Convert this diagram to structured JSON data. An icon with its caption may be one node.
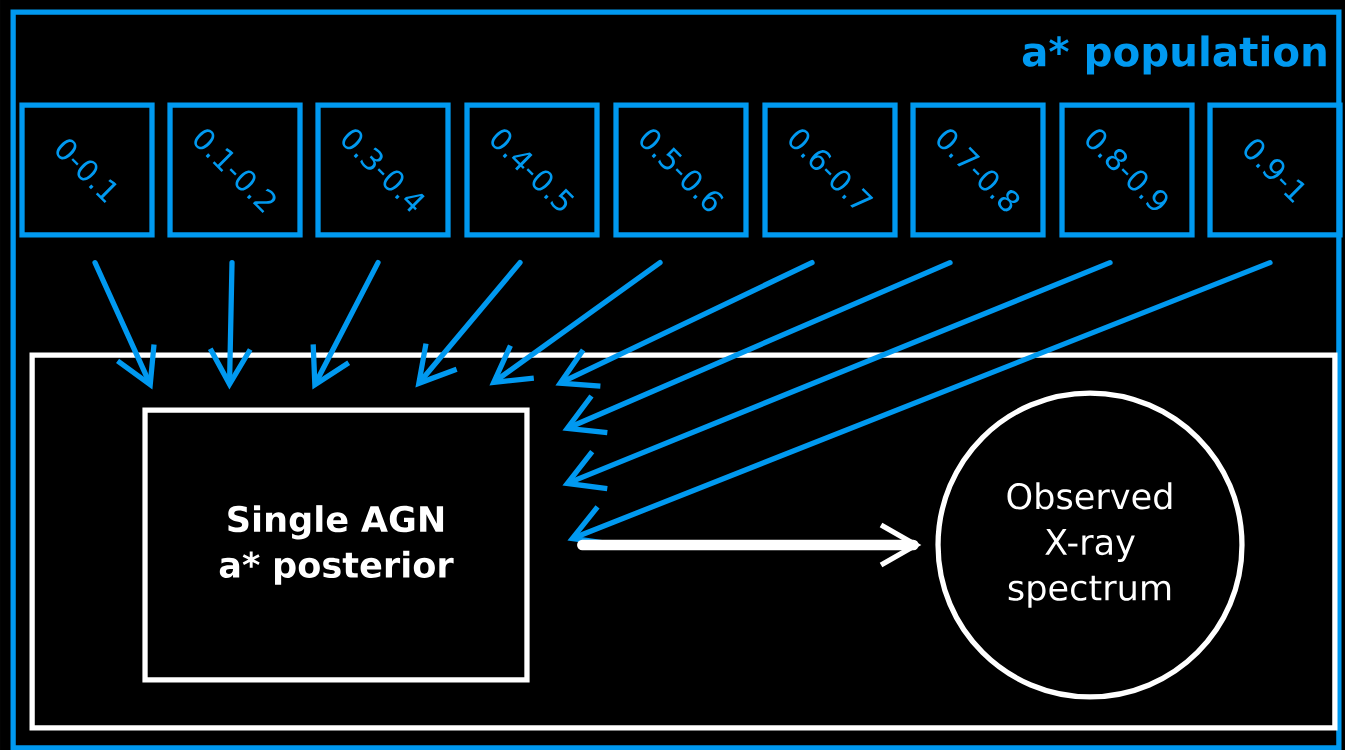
{
  "diagram": {
    "nodes": [
      {
        "text": [
          "a* population"
        ]
      },
      {
        "text": [
          "0-0.1"
        ],
        "in": 0
      },
      {
        "text": [
          "0.1-0.2"
        ],
        "in": 0
      },
      {
        "text": [
          "0.3-0.4"
        ],
        "in": 0
      },
      {
        "text": [
          "0.4-0.5"
        ],
        "in": 0
      },
      {
        "text": [
          "0.5-0.6"
        ],
        "in": 0
      },
      {
        "text": [
          "0.6-0.7"
        ],
        "in": 0
      },
      {
        "text": [
          "0.7-0.8"
        ],
        "in": 0
      },
      {
        "text": [
          "0.8-0.9"
        ],
        "in": 0
      },
      {
        "text": [
          "0.9-1"
        ],
        "in": 0
      },
      {
        "text": [],
        "shape": "box",
        "in": 0
      },
      {
        "text": [
          "Single AGN a* posterior"
        ],
        "in": 10
      },
      {
        "text": [
          "Observed X-ray spectrum"
        ],
        "in": 10
      }
    ],
    "edges": [
      {
        "from": 1,
        "to": 11,
        "arrow": "to"
      },
      {
        "from": 2,
        "to": 11,
        "arrow": "to"
      },
      {
        "from": 3,
        "to": 11,
        "arrow": "to"
      },
      {
        "from": 4,
        "to": 11,
        "arrow": "to"
      },
      {
        "from": 5,
        "to": 11,
        "arrow": "to"
      },
      {
        "from": 6,
        "to": 11,
        "arrow": "to"
      },
      {
        "from": 7,
        "to": 11,
        "arrow": "to"
      },
      {
        "from": 8,
        "to": 11,
        "arrow": "to"
      },
      {
        "from": 9,
        "to": 11,
        "arrow": "to"
      },
      {
        "from": 11,
        "to": 12,
        "arrow": "to",
        "style": "thick",
        "color": "#ffffff"
      }
    ]
  }
}
